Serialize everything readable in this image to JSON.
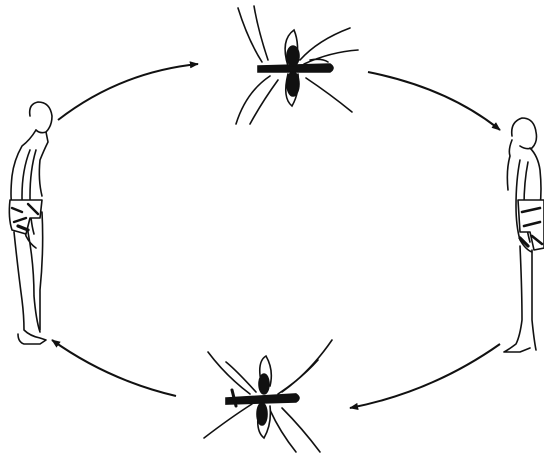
{
  "diagram": {
    "nodes": [
      {
        "id": "mosquito-top",
        "icon": "mosquito-icon"
      },
      {
        "id": "human-right",
        "icon": "human-figure-icon"
      },
      {
        "id": "mosquito-bottom",
        "icon": "mosquito-icon"
      },
      {
        "id": "human-left",
        "icon": "human-figure-icon"
      }
    ],
    "edges": [
      {
        "from": "human-left",
        "to": "mosquito-top"
      },
      {
        "from": "mosquito-top",
        "to": "human-right"
      },
      {
        "from": "human-right",
        "to": "mosquito-bottom"
      },
      {
        "from": "mosquito-bottom",
        "to": "human-left"
      }
    ],
    "colors": {
      "ink": "#111111",
      "background": "#ffffff"
    }
  }
}
